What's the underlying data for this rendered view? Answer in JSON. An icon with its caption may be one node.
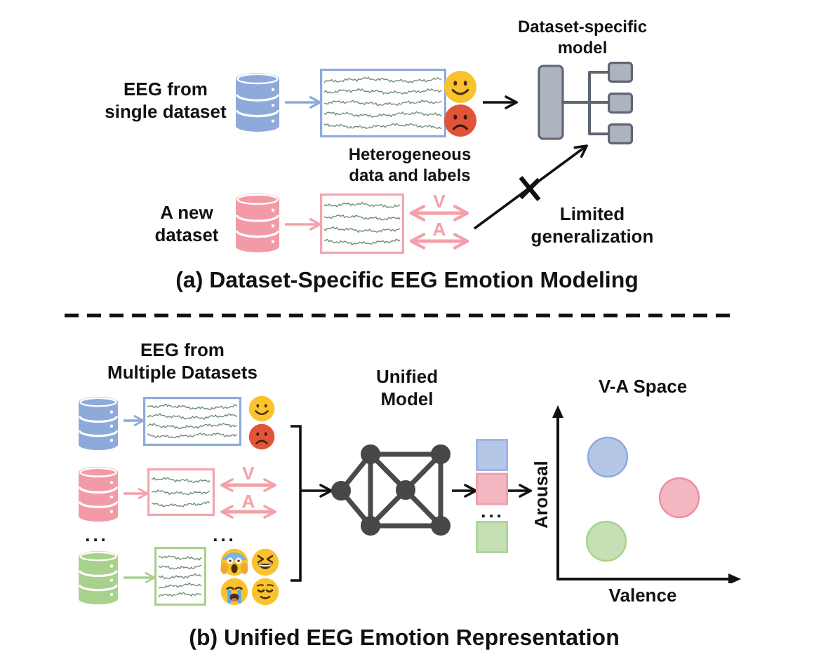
{
  "diagram": {
    "nodes": [
      {
        "text": [],
        "shape": "cylinder",
        "beside": [
          "EEG from single dataset"
        ]
      },
      {
        "text": [],
        "shape": "picture"
      },
      {
        "text": [],
        "shape": "picture"
      },
      {
        "text": [
          "Dataset-specific model"
        ]
      },
      {
        "text": [],
        "shape": "cylinder",
        "beside": [
          "A new dataset"
        ]
      },
      {
        "text": [],
        "shape": "picture"
      },
      {
        "text": [],
        "shape": "cylinder"
      },
      {
        "text": [],
        "shape": "picture"
      },
      {
        "text": [],
        "shape": "cylinder"
      },
      {
        "text": [],
        "shape": "picture"
      },
      {
        "text": [],
        "shape": "cylinder"
      },
      {
        "text": [],
        "shape": "picture"
      },
      {
        "text": [
          "Unified Model"
        ]
      },
      {
        "text": [],
        "shape": "box"
      },
      {
        "text": [
          "V-A Space",
          "Arousal",
          "Valence"
        ]
      }
    ],
    "edges": [
      {
        "from": 0,
        "to": 1,
        "arrow": "to",
        "color": "#8eaadb"
      },
      {
        "from": 2,
        "to": 3,
        "arrow": "to",
        "color": "#111111"
      },
      {
        "from": 4,
        "to": 5,
        "arrow": "to",
        "color": "#f4a0aa"
      },
      {
        "from": null,
        "to": 3,
        "arrow": "to",
        "label": "Limited generalization",
        "color": "#111111"
      },
      {
        "from": 6,
        "to": 7,
        "arrow": "to",
        "color": "#8eaadb"
      },
      {
        "from": 8,
        "to": 9,
        "arrow": "to",
        "color": "#f4a0aa"
      },
      {
        "from": 10,
        "to": 11,
        "arrow": "to",
        "color": "#a9d18e"
      },
      {
        "from": null,
        "to": 12,
        "arrow": "to",
        "color": "#111111"
      },
      {
        "from": 12,
        "to": 13,
        "arrow": "to",
        "color": "#111111"
      },
      {
        "from": 13,
        "to": 14,
        "arrow": "to",
        "color": "#111111"
      }
    ],
    "labels": [
      "Heterogeneous data and labels",
      "V",
      "A",
      "(a) Dataset-Specific EEG Emotion Modeling",
      "EEG from Multiple Datasets",
      "V",
      "A",
      "...",
      "...",
      "...",
      "(b) Unified EEG Emotion Representation"
    ]
  }
}
